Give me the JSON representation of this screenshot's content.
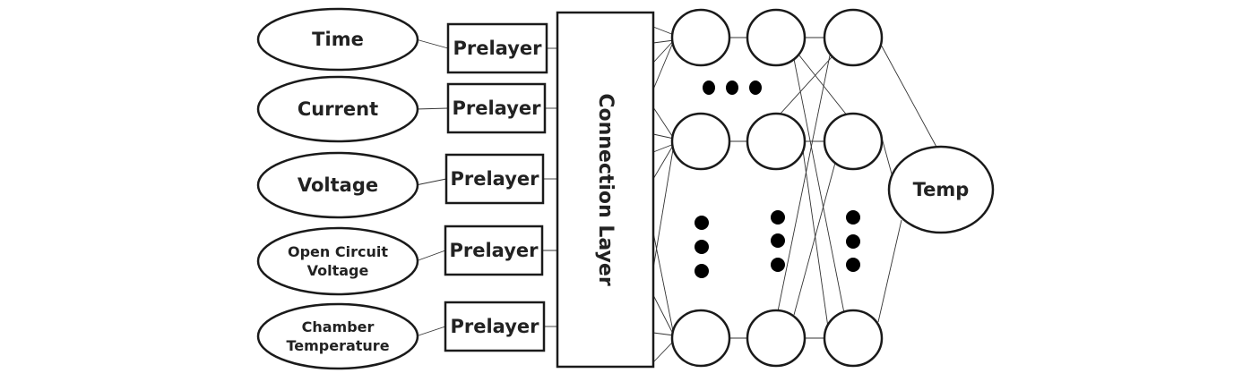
{
  "inputs": [
    {
      "lines": [
        "Time"
      ]
    },
    {
      "lines": [
        "Current"
      ]
    },
    {
      "lines": [
        "Voltage"
      ]
    },
    {
      "lines": [
        "Open Circuit",
        "Voltage"
      ]
    },
    {
      "lines": [
        "Chamber",
        "Temperature"
      ]
    }
  ],
  "prelayer_label": "Prelayer",
  "connection_label": "Connection Layer",
  "output_label": "Temp"
}
